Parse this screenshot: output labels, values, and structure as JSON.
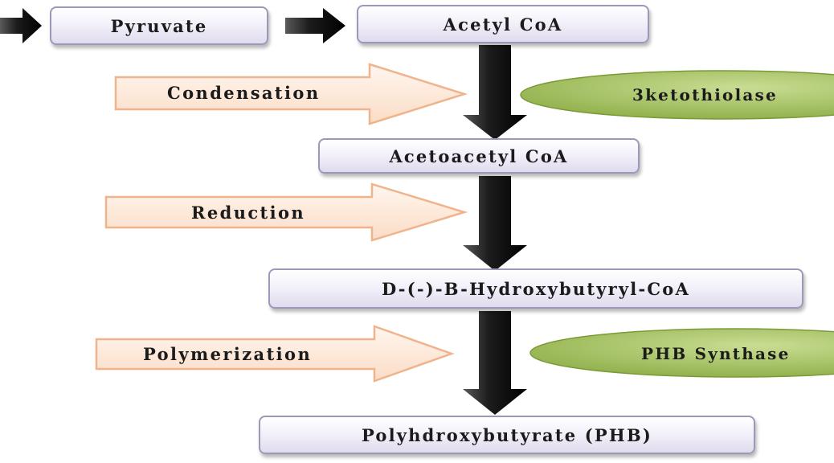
{
  "nodes": {
    "pyruvate": "Pyruvate",
    "acetyl_coa": "Acetyl CoA",
    "acetoacetyl_coa": "Acetoacetyl CoA",
    "hydroxybutyryl_coa": "D-(-)-B-Hydroxybutyryl-CoA",
    "phb": "Polyhdroxybutyrate (PHB)"
  },
  "steps": {
    "condensation": "Condensation",
    "reduction": "Reduction",
    "polymerization": "Polymerization"
  },
  "enzymes": {
    "ketothiolase": "3ketothiolase",
    "phb_synthase": "PHB Synthase"
  },
  "colors": {
    "node_border": "#9e98b8",
    "step_arrow_fill": "#fde9d9",
    "step_arrow_stroke": "#f0b48c",
    "enzyme_fill": "#9bbb59",
    "flow_arrow": "#1a1a1a"
  }
}
